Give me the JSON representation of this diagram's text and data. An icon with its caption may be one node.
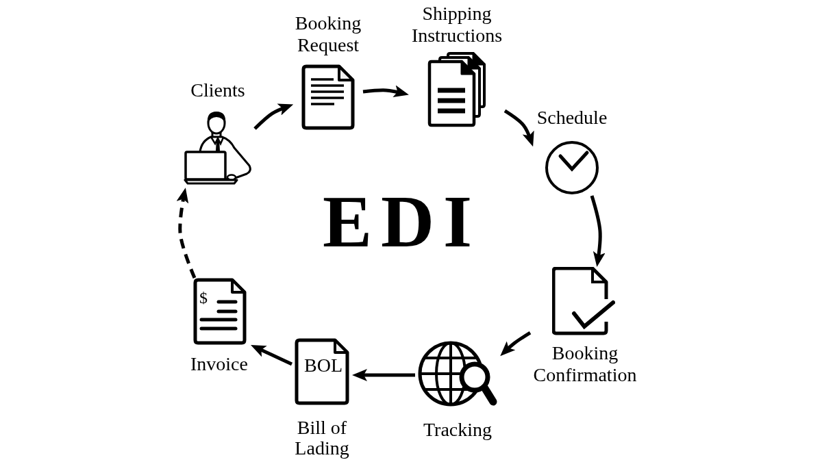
{
  "diagram": {
    "title": "EDI",
    "nodes": [
      {
        "text": [
          "Clients"
        ]
      },
      {
        "text": [
          "Booking Request"
        ]
      },
      {
        "text": [
          "Shipping Instructions"
        ]
      },
      {
        "text": [
          "Schedule"
        ]
      },
      {
        "text": [
          "Booking Confirmation"
        ]
      },
      {
        "text": [
          "Tracking"
        ]
      },
      {
        "text": [
          "BOL",
          "Bill of Lading"
        ]
      },
      {
        "text": [
          "$",
          "Invoice"
        ]
      }
    ],
    "edges": [
      {
        "from": 0,
        "to": 1,
        "arrow": "to"
      },
      {
        "from": 1,
        "to": 2,
        "arrow": "to"
      },
      {
        "from": 2,
        "to": 3,
        "arrow": "to"
      },
      {
        "from": 3,
        "to": 4,
        "arrow": "to"
      },
      {
        "from": 4,
        "to": 5,
        "arrow": "to"
      },
      {
        "from": 5,
        "to": 6,
        "arrow": "to"
      },
      {
        "from": 6,
        "to": 7,
        "arrow": "to"
      },
      {
        "from": 7,
        "to": 0,
        "arrow": "to",
        "style": "dashed"
      }
    ]
  }
}
